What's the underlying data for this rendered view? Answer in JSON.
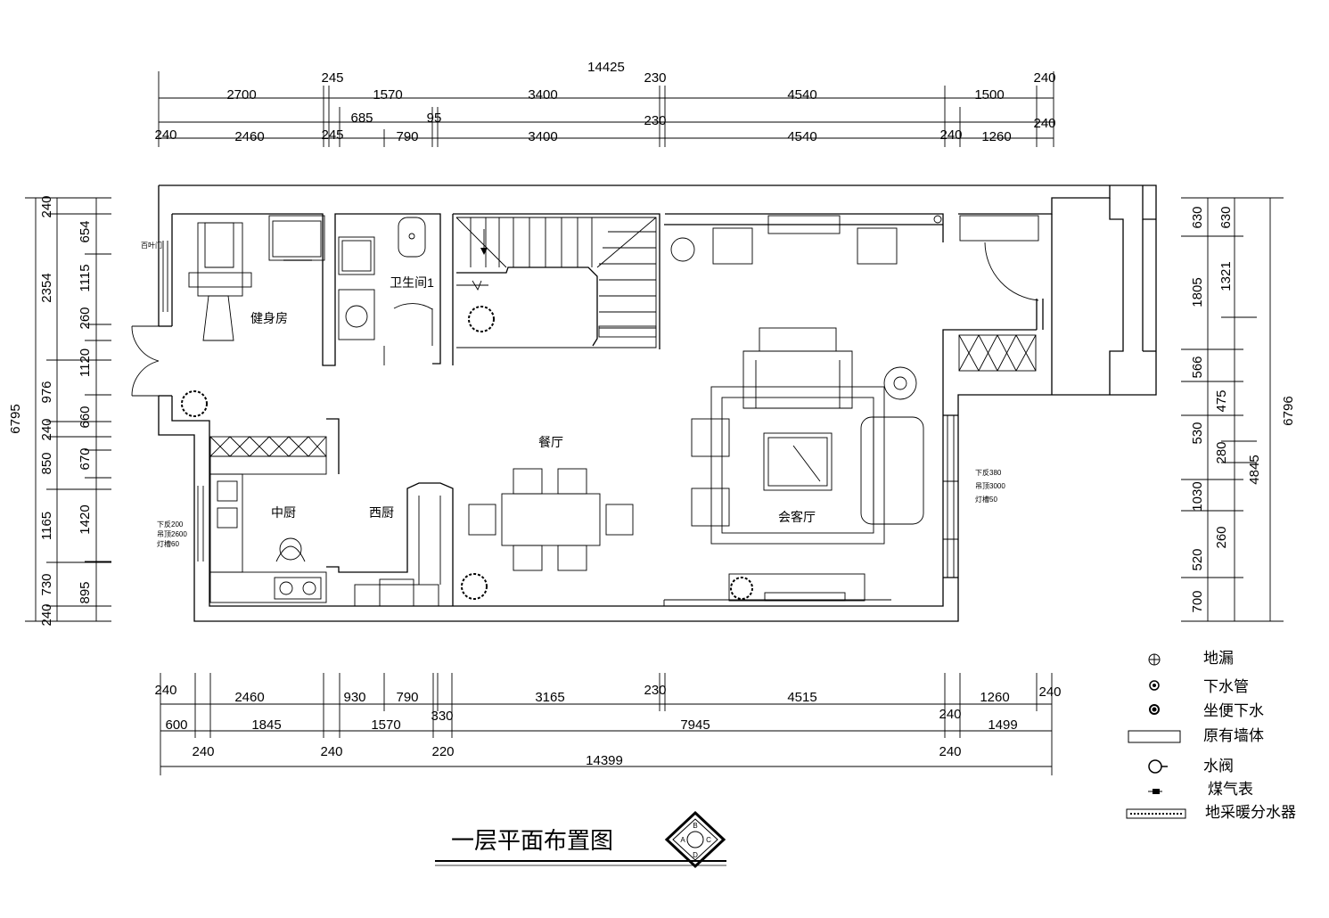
{
  "title": "一层平面布置图",
  "rooms": {
    "gym": "健身房",
    "bathroom": "卫生间1",
    "dining": "餐厅",
    "chinese_kitchen": "中厨",
    "western_kitchen": "西厨",
    "living": "会客厅"
  },
  "small_notes": {
    "left_wall": "百叶门",
    "kitchen_side": [
      "下反200",
      "吊顶2600",
      "灯槽60"
    ],
    "living_side": [
      "下反380",
      "吊顶3000",
      "灯槽50"
    ]
  },
  "dimensions": {
    "top": {
      "row1": [
        "14425"
      ],
      "row2": [
        "245",
        "230",
        "240",
        "2700",
        "1570",
        "3400",
        "4540",
        "1500"
      ],
      "row3": [
        "685",
        "95",
        "230",
        "240"
      ],
      "row4": [
        "240",
        "2460",
        "245",
        "790",
        "3400",
        "4540",
        "240",
        "1260"
      ]
    },
    "bottom": {
      "row1": [
        "240",
        "2460",
        "930",
        "790",
        "3165",
        "230",
        "4515",
        "1260",
        "240"
      ],
      "row2": [
        "330",
        "600",
        "1845",
        "1570",
        "7945",
        "240",
        "1499"
      ],
      "row3": [
        "240",
        "240",
        "220",
        "240"
      ],
      "row4": [
        "14399"
      ]
    },
    "left": {
      "outer": [
        "6795"
      ],
      "mid": [
        "240",
        "2354",
        "976",
        "240",
        "850",
        "1165",
        "730",
        "240"
      ],
      "inner": [
        "654",
        "1115",
        "260",
        "1120",
        "660",
        "670",
        "1420",
        "895"
      ]
    },
    "right": {
      "inner1": [
        "630",
        "1805",
        "566",
        "530",
        "1030",
        "520",
        "700"
      ],
      "inner2": [
        "630",
        "1321",
        "475",
        "280",
        "260"
      ],
      "total_b": [
        "4845"
      ],
      "outer": [
        "6796"
      ]
    }
  },
  "legend": [
    {
      "icon": "floor-drain-icon",
      "label": "地漏"
    },
    {
      "icon": "drain-pipe-icon",
      "label": "下水管"
    },
    {
      "icon": "toilet-drain-icon",
      "label": "坐便下水"
    },
    {
      "icon": "original-wall-icon",
      "label": "原有墙体"
    },
    {
      "icon": "water-valve-icon",
      "label": "水阀"
    },
    {
      "icon": "gas-meter-icon",
      "label": "煤气表"
    },
    {
      "icon": "floor-heating-manifold-icon",
      "label": "地采暖分水器"
    }
  ],
  "compass_letters": [
    "B",
    "A",
    "C",
    "D"
  ]
}
